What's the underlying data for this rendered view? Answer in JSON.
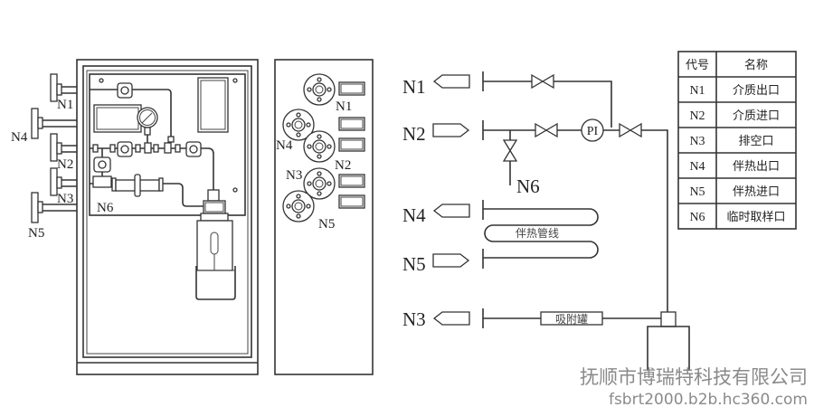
{
  "left_cabinet": {
    "flange_labels": [
      "N1",
      "N4",
      "N2",
      "N3",
      "N5"
    ],
    "inner_label": "N6"
  },
  "side_panel": {
    "flange_labels": [
      "N1",
      "N4",
      "N2",
      "N3",
      "N5"
    ]
  },
  "schematic": {
    "ports": [
      {
        "code": "N1",
        "direction": "out"
      },
      {
        "code": "N2",
        "direction": "in"
      },
      {
        "code": "N4",
        "direction": "out"
      },
      {
        "code": "N5",
        "direction": "in"
      },
      {
        "code": "N3",
        "direction": "out"
      }
    ],
    "sample_port": "N6",
    "pressure_indicator": "PI",
    "heat_trace_label": "伴热管线",
    "adsorber_label": "吸附罐"
  },
  "legend_table": {
    "headers": [
      "代号",
      "名称"
    ],
    "rows": [
      {
        "code": "N1",
        "name": "介质出口"
      },
      {
        "code": "N2",
        "name": "介质进口"
      },
      {
        "code": "N3",
        "name": "排空口"
      },
      {
        "code": "N4",
        "name": "伴热出口"
      },
      {
        "code": "N5",
        "name": "伴热进口"
      },
      {
        "code": "N6",
        "name": "临时取样口"
      }
    ]
  },
  "watermark": {
    "company": "抚顺市博瑞特科技有限公司",
    "url": "fsbrt2000.b2b.hc360.com"
  }
}
